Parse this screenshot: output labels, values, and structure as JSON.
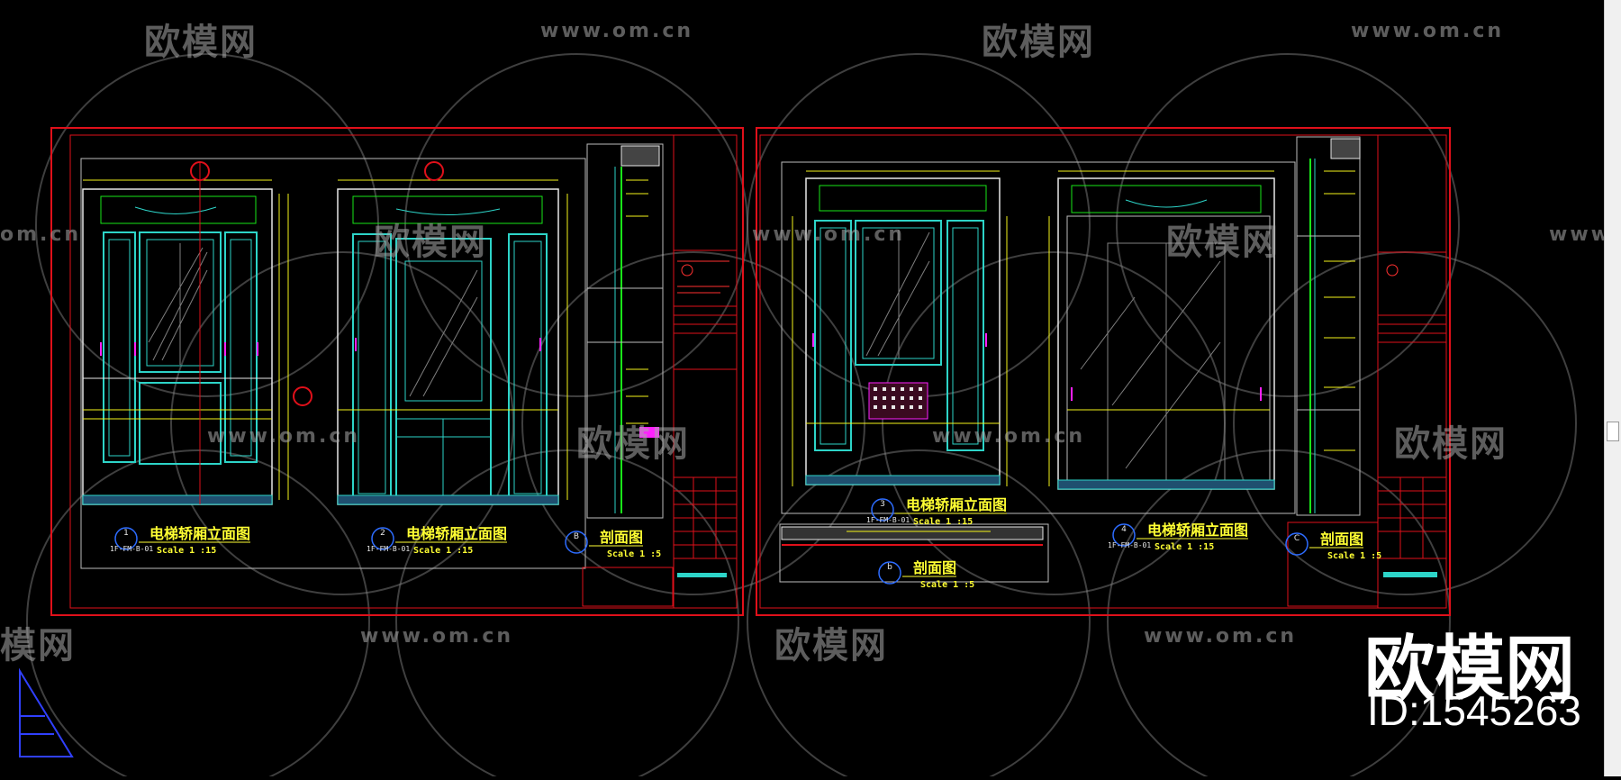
{
  "watermark": {
    "brand": "欧模网",
    "url": "www.om.cn",
    "url_partial": "om.cn",
    "brand_partial": "模网"
  },
  "overlay": {
    "brand": "欧模网",
    "id": "ID:1545263"
  },
  "sheets": [
    {
      "views": [
        {
          "num": "1",
          "code": "1F-FM-B-01",
          "title": "电梯轿厢立面图",
          "scale": "Scale 1 :15"
        },
        {
          "num": "2",
          "code": "1F-FM-B-01",
          "title": "电梯轿厢立面图",
          "scale": "Scale 1 :15"
        },
        {
          "num": "B",
          "code": "",
          "title": "剖面图",
          "scale": "Scale 1 :5"
        }
      ]
    },
    {
      "views": [
        {
          "num": "3",
          "code": "1F-FM-B-01",
          "title": "电梯轿厢立面图",
          "scale": "Scale 1 :15"
        },
        {
          "num": "4",
          "code": "1F-FM-B-01",
          "title": "电梯轿厢立面图",
          "scale": "Scale 1 :15"
        },
        {
          "num": "b",
          "code": "",
          "title": "剖面图",
          "scale": "Scale 1 :5"
        },
        {
          "num": "C",
          "code": "",
          "title": "剖面图",
          "scale": "Scale 1 :5"
        }
      ]
    }
  ],
  "colors": {
    "frame": "#e0101a",
    "panel": "#2dd4c8",
    "dim": "#f5f51a",
    "accent": "#ff20ff",
    "green": "#19e619",
    "white": "#e8e8e8",
    "title": "#ffff33"
  }
}
